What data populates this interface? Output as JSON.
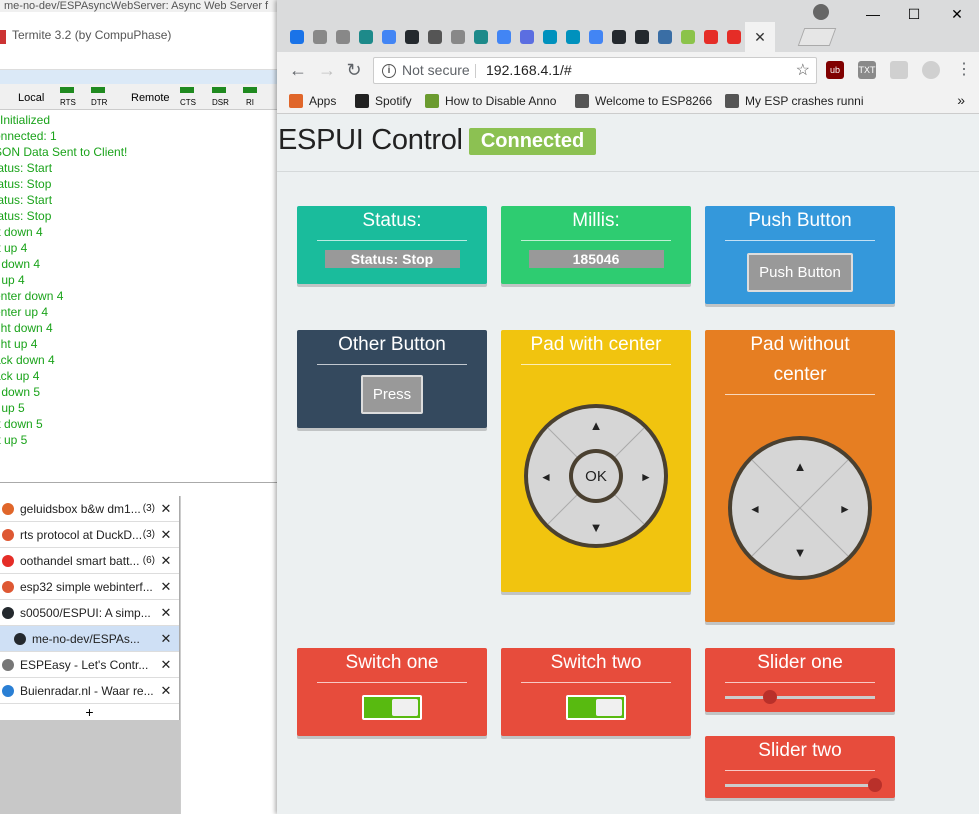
{
  "background": {
    "top_title": "me-no-dev/ESPAsyncWebServer: Async Web Server f",
    "termite": {
      "title": "Termite 3.2 (by CompuPhase)",
      "local_label": "Local",
      "remote_label": "Remote",
      "leds": [
        "RTS",
        "DTR",
        "CTS",
        "DSR",
        "RI"
      ],
      "log": [
        "l Initialized",
        "onnected: 1",
        "SON Data Sent to Client!",
        "tatus: Start",
        "tatus: Stop",
        "tatus: Start",
        "tatus: Stop",
        "ft down 4",
        "ft up 4",
        "r down 4",
        "r up 4",
        "enter down 4",
        "enter up 4",
        "ght down 4",
        "ght up 4",
        "ack down 4",
        "ack up 4",
        "r down 5",
        "r up 5",
        "ft down 5",
        "ft up 5"
      ]
    },
    "tabs": [
      {
        "title": "geluidsbox b&w dm1...",
        "count": "(3)",
        "color": "#e0662a"
      },
      {
        "title": "rts protocol at DuckD...",
        "count": "(3)",
        "color": "#de5833"
      },
      {
        "title": "oothandel smart batt...",
        "count": "(6)",
        "color": "#e52d27"
      },
      {
        "title": "esp32 simple webinterf...",
        "count": "",
        "color": "#de5833"
      },
      {
        "title": "s00500/ESPUI: A simp...",
        "count": "",
        "color": "#24292e"
      },
      {
        "title": "me-no-dev/ESPAs...",
        "count": "",
        "color": "#24292e",
        "active": true
      },
      {
        "title": "ESPEasy - Let's Contr...",
        "count": "",
        "color": "#777777"
      },
      {
        "title": "Buienradar.nl - Waar re...",
        "count": "",
        "color": "#2a7fd4"
      }
    ],
    "plus": "+"
  },
  "browser": {
    "address": {
      "security": "Not secure",
      "url": "192.168.4.1/#"
    },
    "bookmarks": [
      {
        "label": "Apps",
        "color": "#e0662a"
      },
      {
        "label": "Spotify",
        "color": "#222222"
      },
      {
        "label": "How to Disable Anno",
        "color": "#6b9b2f"
      },
      {
        "label": "Welcome to ESP8266",
        "color": "#555555"
      },
      {
        "label": "My ESP crashes runni",
        "color": "#555555"
      }
    ],
    "more": "»",
    "active_tab_close": "✕",
    "window_controls": {
      "minimize": "—",
      "maximize": "☐",
      "close": "✕"
    }
  },
  "espui": {
    "title": "ESPUI Control",
    "connection_status": "Connected",
    "status_card": {
      "title": "Status:",
      "value": "Status: Stop"
    },
    "millis_card": {
      "title": "Millis:",
      "value": "185046"
    },
    "push_card": {
      "title": "Push Button",
      "button": "Push Button"
    },
    "other_card": {
      "title": "Other Button",
      "button": "Press"
    },
    "pad_center_card": {
      "title": "Pad with center",
      "center": "OK"
    },
    "pad_nocenter_card": {
      "title_line1": "Pad without",
      "title_line2": "center"
    },
    "switch_one": {
      "title": "Switch one",
      "state": "on"
    },
    "switch_two": {
      "title": "Switch two",
      "state": "on"
    },
    "slider_one": {
      "title": "Slider one",
      "value": 0.3
    },
    "slider_two": {
      "title": "Slider two",
      "value": 1.0
    },
    "arrows": {
      "up": "▲",
      "down": "▼",
      "left": "◄",
      "right": "►"
    },
    "colors": {
      "turquoise": "#1abc9c",
      "emerald": "#2ecc71",
      "peterriver": "#3498db",
      "wetasphalt": "#34495e",
      "sunflower": "#f1c40f",
      "carrot": "#e67e22",
      "alizarin": "#e74c3c",
      "connected": "#8cc152"
    }
  }
}
